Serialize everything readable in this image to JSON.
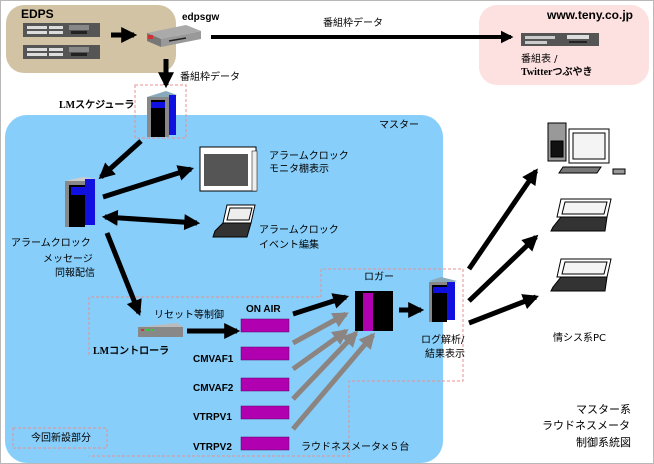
{
  "diagram": {
    "title_lines": [
      "マスター系",
      "ラウドネスメータ",
      "制御系統図"
    ],
    "regions": {
      "edps": {
        "label": "EDPS",
        "color": "#d1c3a4"
      },
      "web": {
        "label": "www.teny.co.jp",
        "color": "#fde0e0"
      },
      "master": {
        "label": "マスター",
        "color": "#87cefa"
      }
    },
    "nodes": {
      "edpsgw": {
        "label": "edpsgw"
      },
      "web_server": {
        "label_lines": [
          "番組表 /",
          "Twitterつぶやき"
        ]
      },
      "lm_scheduler": {
        "label": "LMスケジューラ"
      },
      "alarm_server": {
        "label_lines": [
          "アラームクロック",
          "メッセージ",
          "同報配信"
        ]
      },
      "monitor": {
        "label_lines": [
          "アラームクロック",
          "モニタ棚表示"
        ]
      },
      "laptop_event": {
        "label_lines": [
          "アラームクロック",
          "イベント編集"
        ]
      },
      "lm_controller": {
        "label": "LMコントローラ"
      },
      "meters": [
        {
          "label": "ON AIR"
        },
        {
          "label": "CMVAF1"
        },
        {
          "label": "CMVAF2"
        },
        {
          "label": "VTRPV1"
        },
        {
          "label": "VTRPV2"
        }
      ],
      "logger": {
        "label": "ロガー"
      },
      "log_analyzer": {
        "label_lines": [
          "ログ解析/",
          "結果表示"
        ]
      },
      "info_pc": {
        "label": "情シス系PC"
      }
    },
    "edges": {
      "edps_to_gw": "",
      "gw_to_web": "番組枠データ",
      "gw_to_scheduler": "番組枠データ",
      "controller_to_meter": "リセット等制御",
      "meters_caption": "ラウドネスメータ×５台"
    },
    "legend": {
      "new_section": "今回新設部分"
    },
    "colors": {
      "arrow": "#000000",
      "arrow_gray": "#8c8480",
      "dashed": "#e89090",
      "meter": "#b000b0",
      "server_blue": "#1010e0"
    }
  }
}
